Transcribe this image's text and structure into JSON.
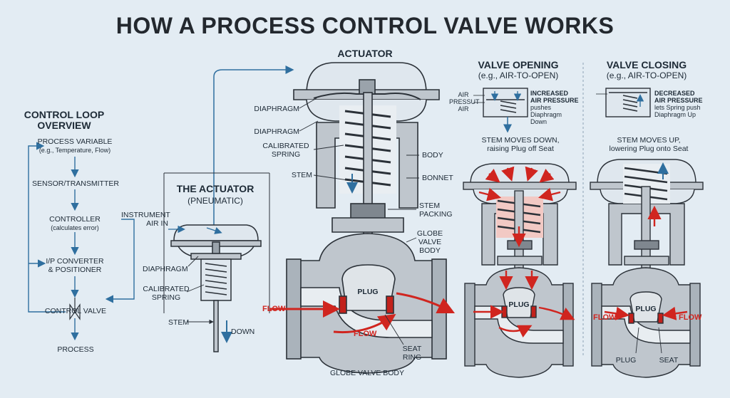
{
  "title": "HOW A PROCESS CONTROL VALVE WORKS",
  "loop": {
    "heading": "CONTROL LOOP\nOVERVIEW",
    "process_variable": "PROCESS VARIABLE",
    "process_variable_example": "(e.g., Temperature, Flow)",
    "sensor": "SENSOR/TRANSMITTER",
    "controller": "CONTROLLER",
    "controller_note": "(calculates error)",
    "converter": "I/P CONVERTER\n& POSITIONER",
    "control_valve": "CONTROL VALVE",
    "process": "PROCESS"
  },
  "actuator_small": {
    "heading": "THE ACTUATOR",
    "subheading": "(PNEUMATIC)",
    "instrument_air": "INSTRUMENT\nAIR IN",
    "diaphragm": "DIAPHRAGM",
    "spring": "CALIBRATED\nSPRING",
    "stem": "STEM",
    "down": "DOWN"
  },
  "main_valve": {
    "heading": "ACTUATOR",
    "diaphragm_1": "DIAPHRAGM",
    "diaphragm_2": "DIAPHRAGM",
    "spring": "CALIBRATED\nSPRING",
    "stem": "STEM",
    "body": "BODY",
    "bonnet": "BONNET",
    "stem_packing": "STEM\nPACKING",
    "globe_body": "GLOBE\nVALVE\nBODY",
    "plug": "PLUG",
    "flow_in": "FLOW",
    "flow_inner": "FLOW",
    "seat_ring": "SEAT\nRING",
    "caption": "GLOBE VALVE BODY"
  },
  "opening": {
    "heading": "VALVE OPENING",
    "subheading": "(e.g., AIR-TO-OPEN)",
    "air_pressure_air": "AIR\nPRESSUT\nAIR",
    "note_bold": "INCREASED\nAIR PRESSURE",
    "note": "pushes\nDiaphragm\nDown",
    "stem_text": "STEM MOVES DOWN,\nraising Plug off Seat",
    "plug": "PLUG"
  },
  "closing": {
    "heading": "VALVE CLOSING",
    "subheading": "(e.g., AIR-TO-OPEN)",
    "note_bold": "DECREASED\nAIR PRESSURE",
    "note": "lets Spring push\nDiaphragm Up",
    "stem_text": "STEM MOVES UP,\nlowering Plug onto Seat",
    "plug": "PLUG",
    "flow_left": "FLOW",
    "flow_right": "FLOW",
    "plug_label": "PLUG",
    "seat_label": "SEAT"
  },
  "colors": {
    "background": "#e3ecf3",
    "metal": "#bfc6cd",
    "outline": "#2b3138",
    "flow_red": "#d0251f",
    "blue_arrow": "#2f6f9f"
  }
}
